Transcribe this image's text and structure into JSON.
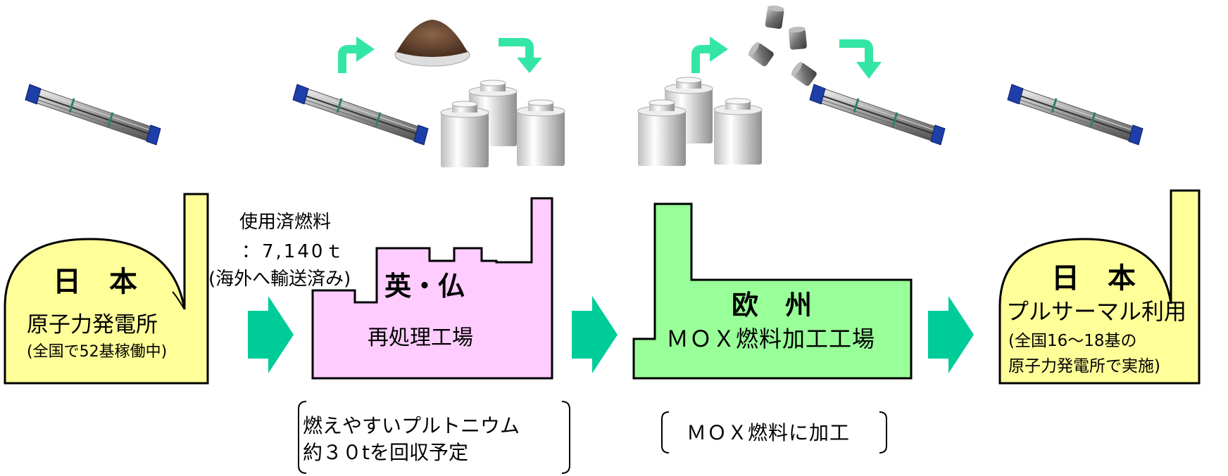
{
  "japan_plant": {
    "title": "日　本",
    "name": "原子力発電所",
    "note": "(全国で52基稼働中)"
  },
  "spent_fuel": {
    "label": "使用済燃料",
    "amount": "：7,140ｔ",
    "note": "(海外へ輸送済み)"
  },
  "reprocessing_plant": {
    "title": "英・仏",
    "name": "再処理工場"
  },
  "mox_plant": {
    "title": "欧　州",
    "name": "ＭＯＸ燃料加工工場"
  },
  "pluthermal_plant": {
    "title": "日　本",
    "name": "プルサーマル利用",
    "note_line1": "(全国16～18基の",
    "note_line2": "原子力発電所で実施)"
  },
  "reprocessing_note": {
    "line1": "燃えやすいプルトニウム",
    "line2": "約３０tを回収予定"
  },
  "mox_note": {
    "line1": "ＭＯＸ燃料に加工"
  },
  "colors": {
    "japan_fill": "#ffff99",
    "reprocessing_fill": "#ffccff",
    "mox_fill": "#99ff99",
    "arrow": "#00cc99",
    "curved_arrow": "#33e6a6"
  }
}
